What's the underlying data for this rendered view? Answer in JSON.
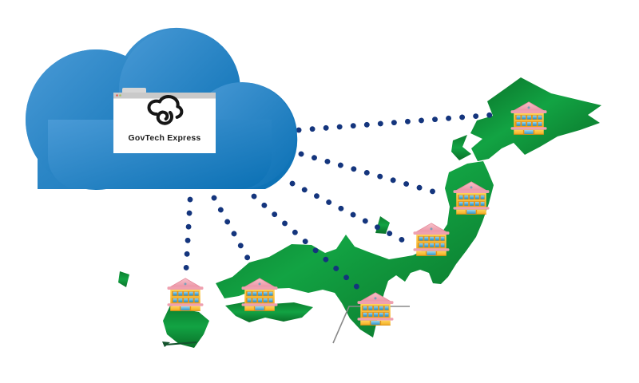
{
  "illustration": {
    "description": "Cloud service connected by dotted lines to government buildings across a map of Japan",
    "cloud": {
      "label": "GovTech Express",
      "color_light": "#4a9ad6",
      "color_dark": "#0a70b4",
      "window": {
        "kind": "browser-window",
        "titlebar_color": "#c9c9c9",
        "body_color": "#ffffff"
      }
    },
    "map": {
      "country": "Japan",
      "fill_light": "#12a343",
      "fill_dark": "#0a6f28"
    },
    "connections": {
      "style": "dotted",
      "dot_color": "#14357d",
      "count": 6
    },
    "buildings": {
      "icon": "government-building-icon",
      "count": 6,
      "roof_color": "#f0a4b2",
      "wall_color": "#fdc538",
      "window_color": "#2f9fd8"
    },
    "callout": {
      "line_color": "#8a8a8a"
    }
  }
}
